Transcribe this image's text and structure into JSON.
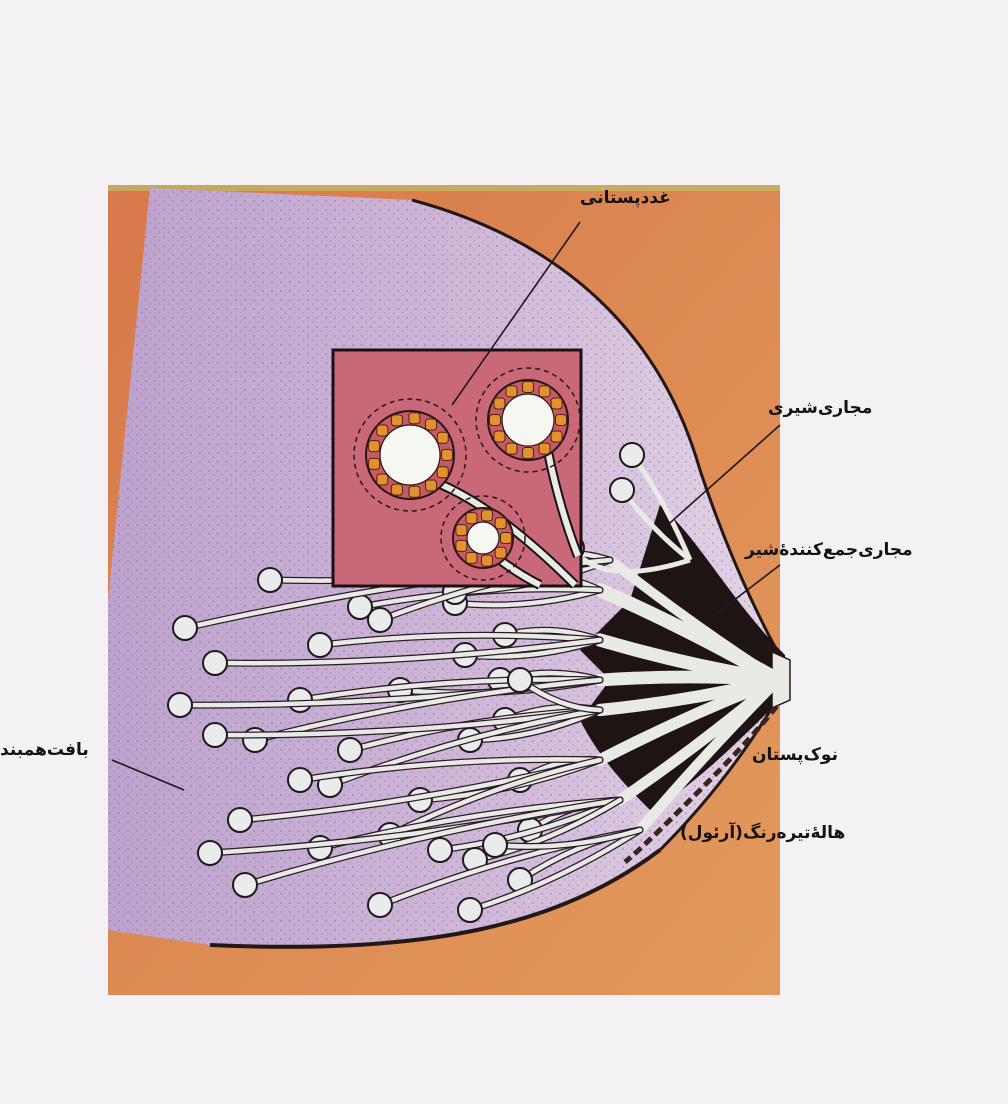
{
  "labels": {
    "glands": "غددپستانی",
    "milk_ducts": "مجاری‌شیری",
    "collecting_ducts": "مجاری‌جمع‌کنندهٔ‌شیر",
    "nipple": "نوک‌پستان",
    "areola": "هالهٔ‌تیره‌رنگ(آرئول)",
    "connective_tissue": "بافت‌همبند"
  },
  "colors": {
    "page": "#f4f1f5",
    "tissue": "#c7aed1",
    "tissue_dark": "#a88dbf",
    "skin": "#d88850",
    "inset": "#c96878",
    "acinus": "#e3902e",
    "duct": "#e8eae6",
    "dark_tissue": "#1e1414"
  }
}
